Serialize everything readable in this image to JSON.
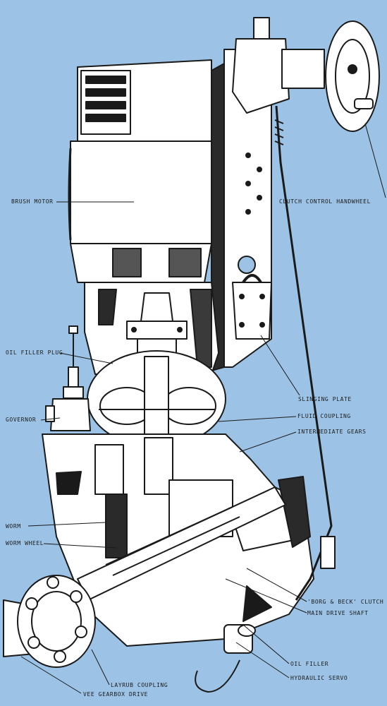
{
  "diagram": {
    "background_color": "#9cc3e6",
    "ink_color": "#1a1a1a",
    "paper_color": "#ffffff",
    "labels": {
      "brush_motor": "BRUSH MOTOR",
      "clutch_control_handwheel": "CLUTCH CONTROL HANDWHEEL",
      "oil_filler_plug": "OIL FILLER PLUG",
      "slinging_plate": "SLINGING PLATE",
      "governor": "GOVERNOR",
      "fluid_coupling": "FLUID COUPLING",
      "intermediate_gears": "INTERMEDIATE GEARS",
      "worm": "WORM",
      "worm_wheel": "WORM WHEEL",
      "borg_beck_clutch": "'BORG & BECK' CLUTCH",
      "main_drive_shaft": "MAIN DRIVE SHAFT",
      "oil_filler": "OIL FILLER",
      "hydraulic_servo": "HYDRAULIC SERVO",
      "layrub_coupling": "LAYRUB COUPLING",
      "vee_gearbox_drive": "VEE GEARBOX DRIVE"
    }
  }
}
